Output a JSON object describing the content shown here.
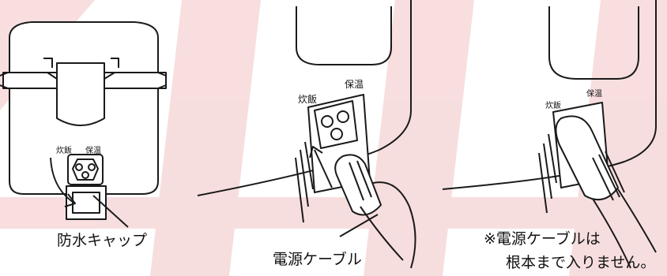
{
  "theme": {
    "watermark_color": "#f6d6d6",
    "line_color": "#1a1a1a"
  },
  "panel1": {
    "socket_label_cook": "炊飯",
    "socket_label_warm": "保温",
    "callout": "防水キャップ"
  },
  "panel2": {
    "socket_label_cook": "炊飯",
    "socket_label_warm": "保温",
    "callout": "電源ケーブル"
  },
  "panel3": {
    "socket_label_cook": "炊飯",
    "socket_label_warm": "保温",
    "note_line1": "※電源ケーブルは",
    "note_line2": "根本まで入りません。"
  }
}
